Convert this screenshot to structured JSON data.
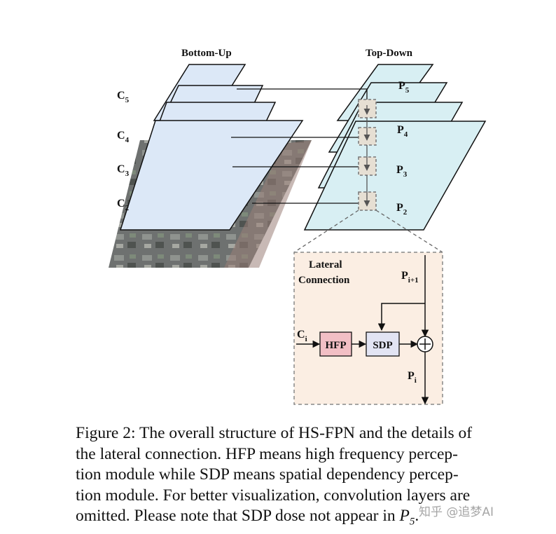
{
  "figure": {
    "bottom_up_label": "Bottom-Up",
    "top_down_label": "Top-Down",
    "c_labels": [
      {
        "base": "C",
        "sub": "5"
      },
      {
        "base": "C",
        "sub": "4"
      },
      {
        "base": "C",
        "sub": "3"
      },
      {
        "base": "C",
        "sub": "2"
      }
    ],
    "p_labels": [
      {
        "base": "P",
        "sub": "5"
      },
      {
        "base": "P",
        "sub": "4"
      },
      {
        "base": "P",
        "sub": "3"
      },
      {
        "base": "P",
        "sub": "2"
      }
    ],
    "detail": {
      "title_line1": "Lateral",
      "title_line2": "Connection",
      "input": {
        "base": "C",
        "sub": "i"
      },
      "upper": {
        "base": "P",
        "sub": "i+1"
      },
      "output": {
        "base": "P",
        "sub": "i"
      },
      "hfp_label": "HFP",
      "sdp_label": "SDP"
    },
    "colors": {
      "bottom_up_fill": "#dce8f7",
      "top_down_fill": "#d8eff3",
      "hfp_fill": "#f2bfc5",
      "sdp_fill": "#e2e4f3",
      "detail_fill": "#fbeee3",
      "dashed_box_fill": "#e6dfd3"
    }
  },
  "caption": {
    "line1": "Figure 2: The overall structure of HS-FPN and the details of",
    "line2": "the lateral connection. HFP means high frequency percep-",
    "line3": "tion module while SDP means spatial dependency percep-",
    "line4": "tion module. For better visualization, convolution layers are",
    "line5_text": "omitted. Please note that SDP dose not appear in",
    "line5_math_base": "P",
    "line5_math_sub": "5",
    "line5_end": "."
  },
  "watermark": "知乎 @追梦AI"
}
